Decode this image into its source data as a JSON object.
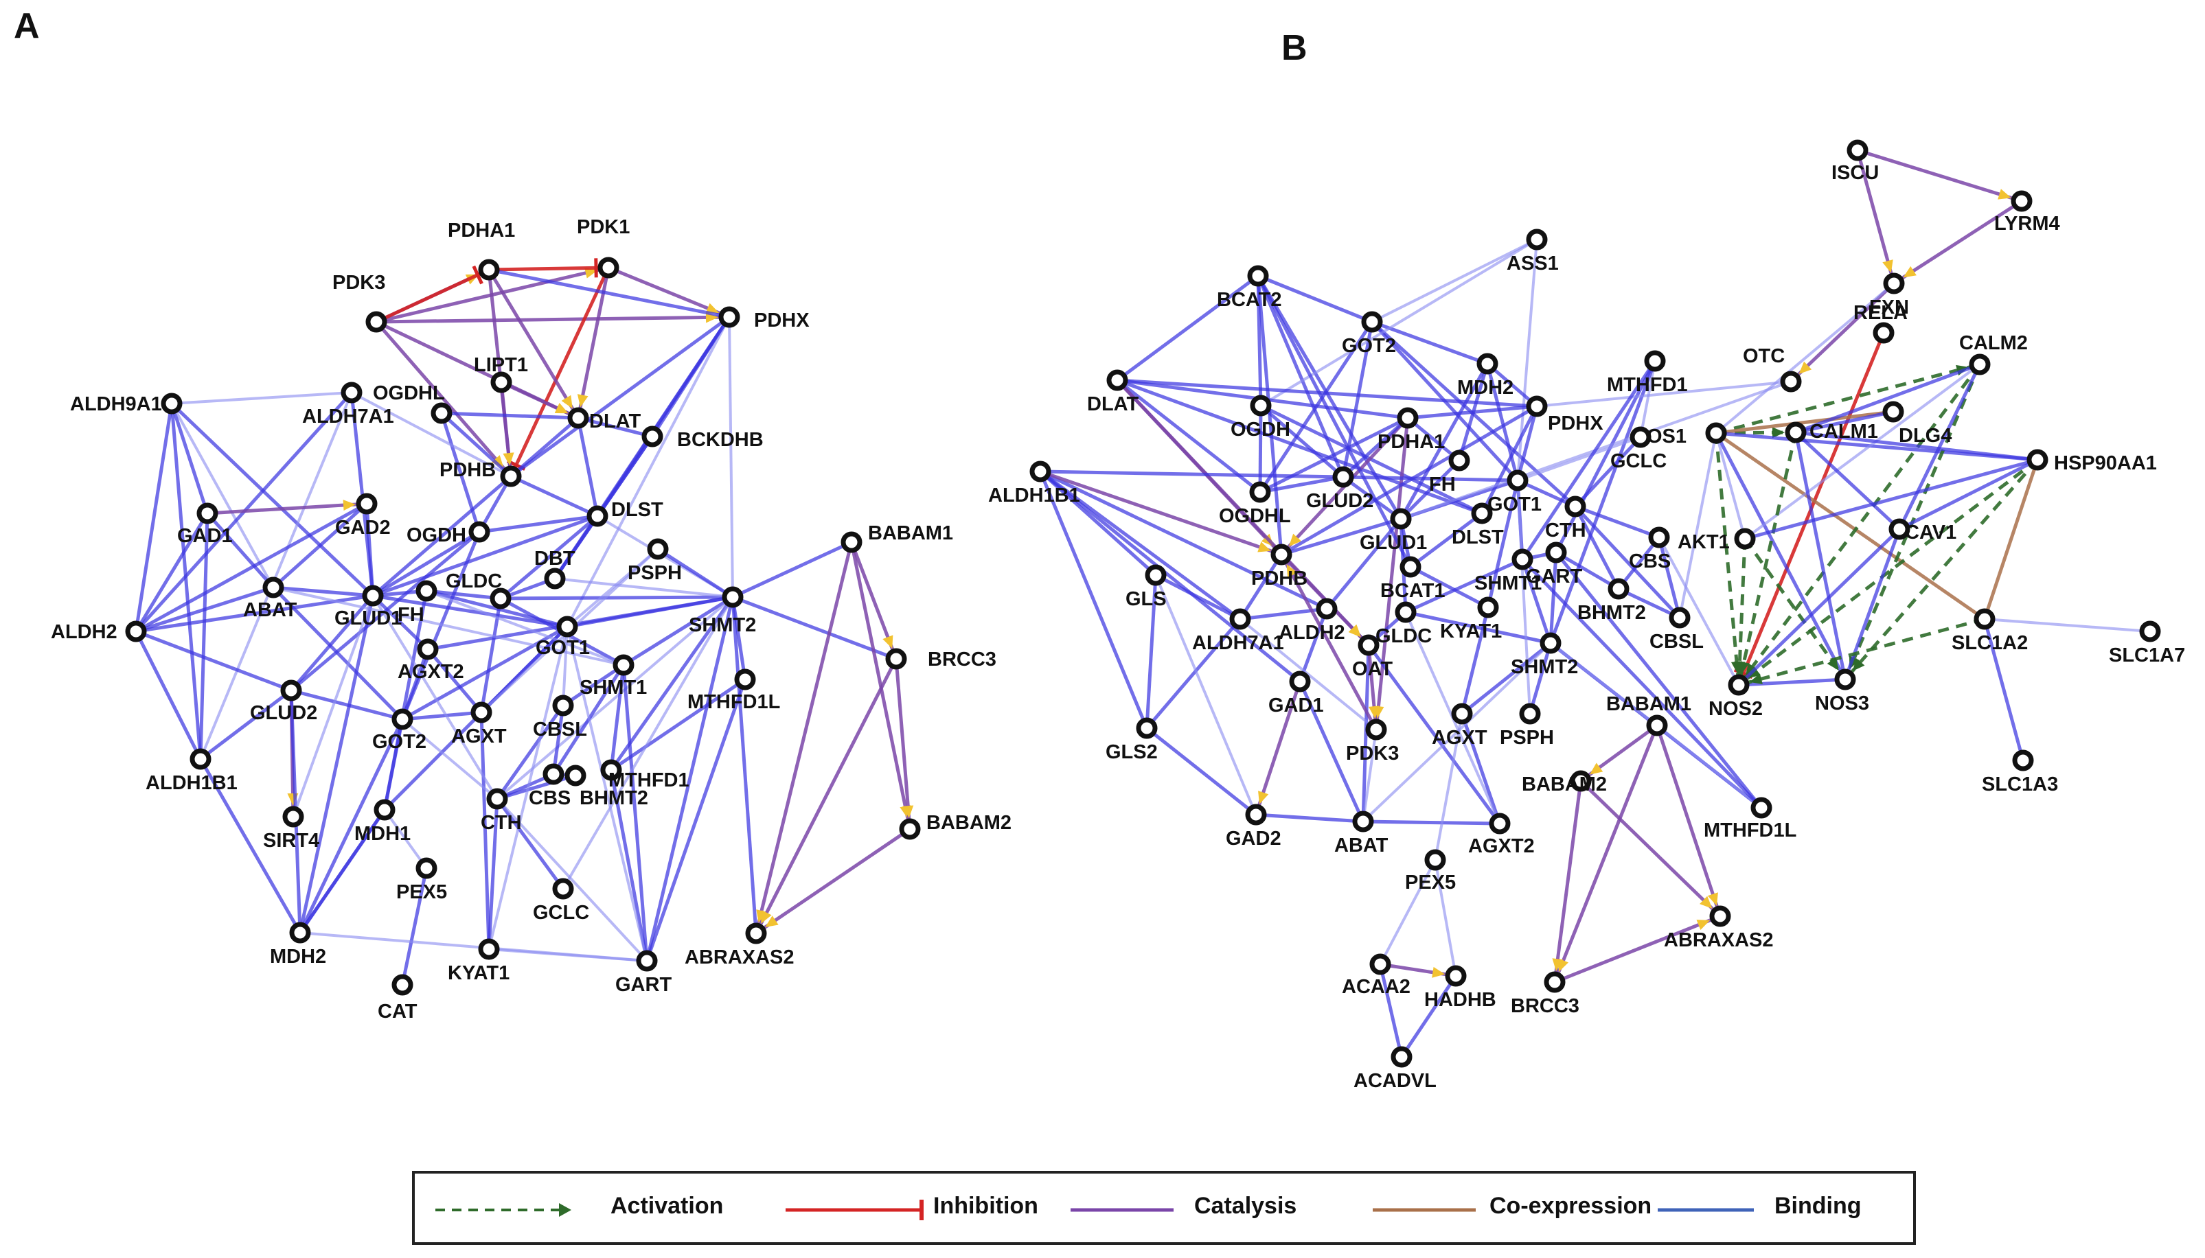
{
  "panels": [
    {
      "id": "A",
      "label": "A"
    },
    {
      "id": "B",
      "label": "B"
    }
  ],
  "legend": [
    {
      "type": "activation",
      "label": "Activation",
      "color": "#2e6b2a",
      "style": "dashed-arrow"
    },
    {
      "type": "inhibition",
      "label": "Inhibition",
      "color": "#d42424",
      "style": "tee"
    },
    {
      "type": "catalysis",
      "label": "Catalysis",
      "color": "#7a45a8",
      "style": "line"
    },
    {
      "type": "coexpression",
      "label": "Co-expression",
      "color": "#a9704a",
      "style": "line"
    },
    {
      "type": "binding",
      "label": "Binding",
      "color": "#3f63b8",
      "style": "line"
    }
  ],
  "colors": {
    "edge_main": "#3b36e0",
    "edge_light": "#8b8df0",
    "catalysis": "#7a45a8",
    "inhibition": "#d42424",
    "activation": "#2e6b2a",
    "coexpression": "#a9704a",
    "arrowhead": "#f2c230"
  },
  "networkA": {
    "nodes": [
      "PDHA1",
      "PDK1",
      "PDK3",
      "PDHX",
      "LIPT1",
      "OGDHL",
      "DLAT",
      "BCKDHB",
      "ALDH9A1",
      "ALDH7A1",
      "PDHB",
      "GAD1",
      "GAD2",
      "OGDH",
      "DLST",
      "DBT",
      "PSPH",
      "BABAM1",
      "ALDH2",
      "ABAT",
      "GLUD1",
      "FH",
      "GLDC",
      "GOT1",
      "SHMT2",
      "BRCC3",
      "AGXT2",
      "GLUD2",
      "GOT2",
      "AGXT",
      "CBSL",
      "SHMT1",
      "MTHFD1L",
      "MTHFD1",
      "ALDH1B1",
      "CBS",
      "BHMT2",
      "BABAM2",
      "SIRT4",
      "MDH1",
      "CTH",
      "PEX5",
      "GCLC",
      "MDH2",
      "KYAT1",
      "GART",
      "ABRAXAS2",
      "CAT"
    ]
  },
  "networkB": {
    "nodes": [
      "ISCU",
      "LYRM4",
      "ASS1",
      "FXN",
      "BCAT2",
      "GOT2",
      "RELA",
      "CALM2",
      "OTC",
      "MDH2",
      "MTHFD1",
      "DLAT",
      "DLG4",
      "NOS1",
      "CALM1",
      "OGDH",
      "PDHX",
      "HSP90AA1",
      "GCLC",
      "PDHA1",
      "ALDH1B1",
      "FH",
      "GLUD2",
      "GOT1",
      "OGDHL",
      "CTH",
      "CAV1",
      "AKT1",
      "GLUD1",
      "DLST",
      "CBS",
      "PDHB",
      "BCAT1",
      "GART",
      "SHMT1",
      "BHMT2",
      "GLS",
      "CBSL",
      "KYAT1",
      "ALDH2",
      "ALDH7A1",
      "GLDC",
      "SLC1A7",
      "SLC1A2",
      "SHMT2",
      "OAT",
      "NOS2",
      "NOS3",
      "BABAM1",
      "GAD1",
      "GLS2",
      "PDK3",
      "AGXT",
      "PSPH",
      "SLC1A3",
      "BABAM2",
      "MTHFD1L",
      "GAD2",
      "ABAT",
      "AGXT2",
      "PEX5",
      "ABRAXAS2",
      "ACAA2",
      "HADHB",
      "BRCC3",
      "ACADVL"
    ]
  }
}
